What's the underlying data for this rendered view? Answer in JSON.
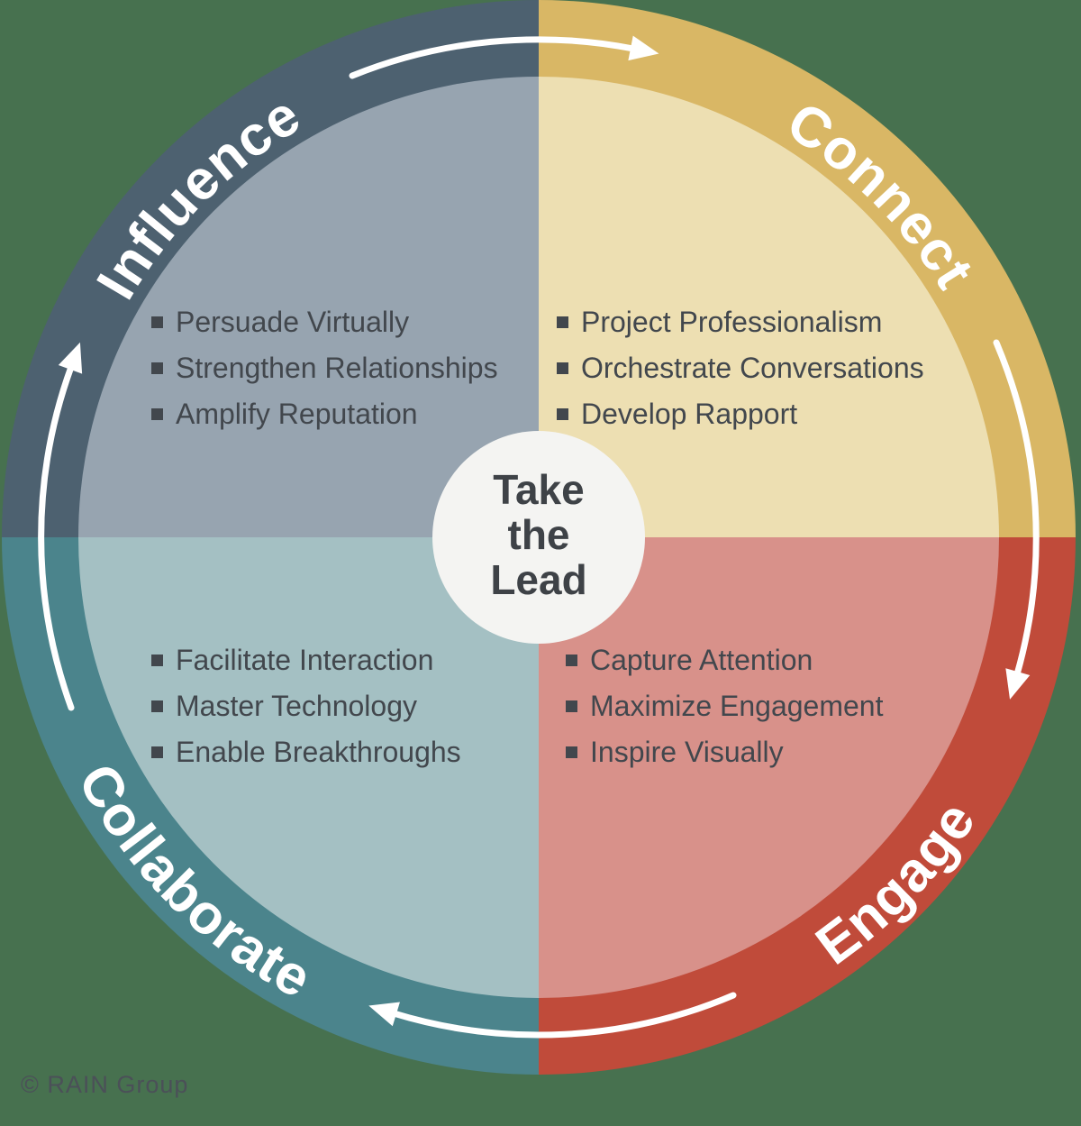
{
  "colors": {
    "background": "#47714F",
    "arrow": "#FFFFFF",
    "center_circle": "#F4F4F2",
    "bullet_text": "#42474D"
  },
  "center": {
    "line1": "Take",
    "line2": "the",
    "line3": "Lead"
  },
  "quadrants": [
    {
      "label": "Influence",
      "ring_color": "#4D6170",
      "inner_color": "#97A4B0",
      "items": [
        "Persuade Virtually",
        "Strengthen Relationships",
        "Amplify Reputation"
      ]
    },
    {
      "label": "Connect",
      "ring_color": "#D9B765",
      "inner_color": "#EDDFB2",
      "items": [
        "Project Professionalism",
        "Orchestrate Conversations",
        "Develop Rapport"
      ]
    },
    {
      "label": "Collaborate",
      "ring_color": "#4B848C",
      "inner_color": "#A4C0C3",
      "items": [
        "Facilitate Interaction",
        "Master Technology",
        "Enable Breakthroughs"
      ]
    },
    {
      "label": "Engage",
      "ring_color": "#C04B3A",
      "inner_color": "#D8918A",
      "items": [
        "Capture Attention",
        "Maximize Engagement",
        "Inspire Visually"
      ]
    }
  ],
  "footer": {
    "copyright": "© RAIN Group"
  }
}
